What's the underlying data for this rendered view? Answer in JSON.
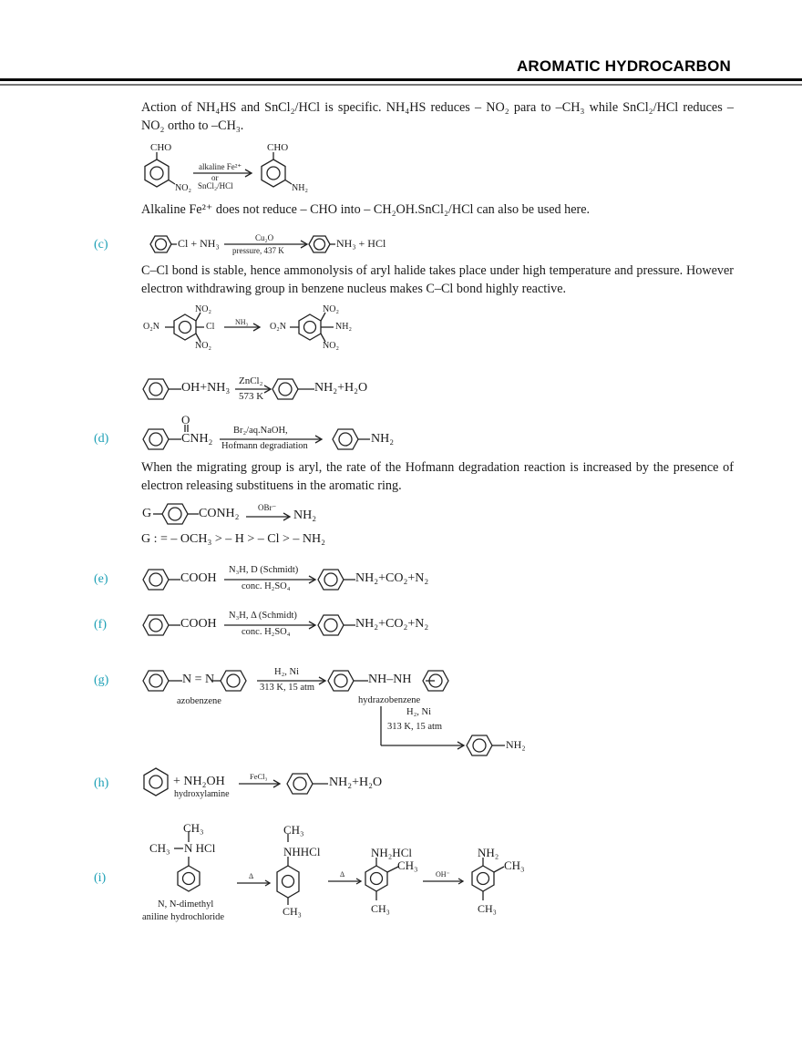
{
  "header": {
    "title": "AROMATIC HYDROCARBON",
    "rule_color": "#000000",
    "rule2_color": "#777777"
  },
  "label_color": "#1a9fb5",
  "intro": {
    "p1": "Action of NH₄HS and SnCl₂/HCl is specific. NH₄HS reduces – NO₂ para to –CH₃ while SnCl₂/HCl reduces – NO₂ ortho to –CH₃.",
    "rxn": {
      "reactant_top": "CHO",
      "reactant_sub": "NO₂",
      "reagent_top": "alkaline Fe²⁺",
      "reagent_mid": "or",
      "reagent_bottom": "SnCl₂/HCl",
      "product_top": "CHO",
      "product_sub": "NH₂"
    },
    "p2": "Alkaline Fe²⁺ does not reduce – CHO into – CH₂OH.SnCl₂/HCl can also be used here."
  },
  "sections": {
    "c": {
      "label": "(c)",
      "rxn1": {
        "reactant": "Cl + NH₃",
        "reagent_top": "Cu₂O",
        "reagent_bottom": "pressure, 437 K",
        "product": "NH₃ + HCl"
      },
      "text": "C–Cl bond is stable, hence ammonolysis of aryl halide takes place under high temperature and pressure. However electron withdrawing group in benzene nucleus makes C–Cl bond highly reactive.",
      "rxn2": {
        "left_sub": "O₂N",
        "top_sub": "NO₂",
        "right_sub": "Cl",
        "bottom_sub": "NO₂",
        "reagent": "NH₃",
        "p_left": "O₂N",
        "p_top": "NO₂",
        "p_right": "NH₂",
        "p_bottom": "NO₂"
      },
      "rxn3": {
        "reactant": "OH+NH₃",
        "reagent_top": "ZnCl₂",
        "reagent_bottom": "573 K",
        "product": "NH₂+H₂O"
      }
    },
    "d": {
      "label": "(d)",
      "rxn1": {
        "carbonyl_o": "O",
        "reactant": "CNH₂",
        "reagent_top": "Br₂/aq.NaOH,",
        "reagent_bottom": "Hofmann degradiation",
        "product": "NH₂"
      },
      "text": "When the migrating group is aryl, the rate of the Hofmann degradation reaction is increased by the presence of electron releasing substituens in the aromatic ring.",
      "rxn2": {
        "g": "G",
        "reactant": "CONH₂",
        "reagent": "OBr⁻",
        "product": "NH₂"
      },
      "order": "G : = – OCH₃ > – H > – Cl > – NH₂"
    },
    "e": {
      "label": "(e)",
      "reactant": "COOH",
      "reagent_top": "N₃H, D (Schmidt)",
      "reagent_bottom": "conc. H₂SO₄",
      "product": "NH₂+CO₂+N₂"
    },
    "f": {
      "label": "(f)",
      "reactant": "COOH",
      "reagent_top": "N₃H, Δ (Schmidt)",
      "reagent_bottom": "conc. H₂SO₄",
      "product": "NH₂+CO₂+N₂"
    },
    "g": {
      "label": "(g)",
      "reactant_link": "N = N",
      "reactant_name": "azobenzene",
      "reagent_top": "H₂, Ni",
      "reagent_bottom": "313 K, 15 atm",
      "product_link": "NH–NH",
      "product_name": "hydrazobenzene",
      "step2_top": "H₂, Ni",
      "step2_bottom": "313 K, 15 atm",
      "final": "NH₂"
    },
    "h": {
      "label": "(h)",
      "reactant": "+ NH₂OH",
      "reactant_name": "hydroxylamine",
      "reagent": "FeCl₃",
      "product": "NH₂+H₂O"
    },
    "i": {
      "label": "(i)",
      "s1_top": "CH₃",
      "s1_mid_left": "CH₃",
      "s1_mid": "N HCl",
      "s1_name1": "N, N-dimethyl",
      "s1_name2": "aniline hydrochloride",
      "a1": "Δ",
      "s2_top": "CH₃",
      "s2_mid": "NHHCl",
      "s2_bottom": "CH₃",
      "a2": "Δ",
      "s3_top": "NH₂HCl",
      "s3_right": "CH₃",
      "s3_bottom": "CH₃",
      "a3": "OH⁻",
      "s4_top": "NH₂",
      "s4_right": "CH₃",
      "s4_bottom": "CH₃"
    }
  }
}
